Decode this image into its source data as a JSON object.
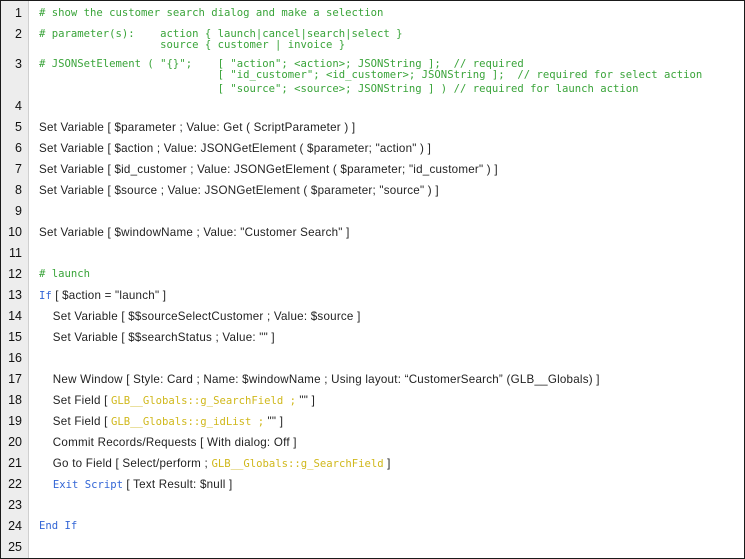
{
  "lines": [
    {
      "n": "1",
      "segments": [
        {
          "t": "# show the customer search dialog and make a selection",
          "c": "cm"
        }
      ]
    },
    {
      "n": "2",
      "segments": [
        {
          "t": "# parameter(s):    action { launch|cancel|search|select }",
          "c": "cm"
        }
      ]
    },
    {
      "n": "",
      "segments": [
        {
          "t": "                   source { customer | invoice }",
          "c": "cm"
        }
      ]
    },
    {
      "n": "3",
      "segments": [
        {
          "t": "# JSONSetElement ( \"{}\";    [ \"action\"; <action>; JSONString ];  // required",
          "c": "cm"
        }
      ]
    },
    {
      "n": "",
      "segments": [
        {
          "t": "                            [ \"id_customer\"; <id_customer>; JSONString ];  // required for select action",
          "c": "cm"
        }
      ]
    },
    {
      "n": "",
      "segments": [
        {
          "t": "                            [ \"source\"; <source>; JSONString ] ) // required for launch action",
          "c": "cm"
        }
      ]
    },
    {
      "n": "4",
      "segments": []
    },
    {
      "n": "5",
      "segments": [
        {
          "t": "Set Variable [ $parameter ; Value: Get ( ScriptParameter ) ]",
          "c": "script"
        }
      ]
    },
    {
      "n": "6",
      "segments": [
        {
          "t": "Set Variable [ $action ; Value: JSONGetElement ( $parameter; \"action\" ) ]",
          "c": "script"
        }
      ]
    },
    {
      "n": "7",
      "segments": [
        {
          "t": "Set Variable [ $id_customer ; Value: JSONGetElement ( $parameter; \"id_customer\" ) ]",
          "c": "script"
        }
      ]
    },
    {
      "n": "8",
      "segments": [
        {
          "t": "Set Variable [ $source ; Value: JSONGetElement ( $parameter; \"source\" ) ]",
          "c": "script"
        }
      ]
    },
    {
      "n": "9",
      "segments": []
    },
    {
      "n": "10",
      "segments": [
        {
          "t": "Set Variable [ $windowName ; Value: \"Customer Search\" ]",
          "c": "script"
        }
      ]
    },
    {
      "n": "11",
      "segments": []
    },
    {
      "n": "12",
      "segments": [
        {
          "t": "# launch",
          "c": "cm"
        }
      ]
    },
    {
      "n": "13",
      "segments": [
        {
          "t": "If",
          "c": "kw"
        },
        {
          "t": " [ $action = \"launch\" ]",
          "c": "script"
        }
      ]
    },
    {
      "n": "14",
      "segments": [
        {
          "t": "    Set Variable [ $$sourceSelectCustomer ; Value: $source ]",
          "c": "script"
        }
      ]
    },
    {
      "n": "15",
      "segments": [
        {
          "t": "    Set Variable [ $$searchStatus ; Value: \"\" ]",
          "c": "script"
        }
      ]
    },
    {
      "n": "16",
      "segments": []
    },
    {
      "n": "17",
      "segments": [
        {
          "t": "    New Window [ Style: Card ; Name: $windowName ; Using layout: “CustomerSearch” (GLB__Globals) ]",
          "c": "script"
        }
      ]
    },
    {
      "n": "18",
      "segments": [
        {
          "t": "    Set Field [ ",
          "c": "script"
        },
        {
          "t": "GLB__Globals::g_SearchField ;",
          "c": "fld"
        },
        {
          "t": " \"\" ]",
          "c": "script"
        }
      ]
    },
    {
      "n": "19",
      "segments": [
        {
          "t": "    Set Field [ ",
          "c": "script"
        },
        {
          "t": "GLB__Globals::g_idList ;",
          "c": "fld"
        },
        {
          "t": " \"\" ]",
          "c": "script"
        }
      ]
    },
    {
      "n": "20",
      "segments": [
        {
          "t": "    Commit Records/Requests [ With dialog: Off ]",
          "c": "script"
        }
      ]
    },
    {
      "n": "21",
      "segments": [
        {
          "t": "    Go to Field [ Select/perform ; ",
          "c": "script"
        },
        {
          "t": "GLB__Globals::g_SearchField",
          "c": "fld"
        },
        {
          "t": " ]",
          "c": "script"
        }
      ]
    },
    {
      "n": "22",
      "segments": [
        {
          "t": "    ",
          "c": "script"
        },
        {
          "t": "Exit Script",
          "c": "kw"
        },
        {
          "t": " [ Text Result: $null ]",
          "c": "script"
        }
      ]
    },
    {
      "n": "23",
      "segments": []
    },
    {
      "n": "24",
      "segments": [
        {
          "t": "End If",
          "c": "kw"
        }
      ]
    },
    {
      "n": "25",
      "segments": []
    }
  ],
  "colors": {
    "comment": "#3aa43a",
    "keyword": "#3366d6",
    "field": "#d0b81c",
    "text": "#1f1f1f",
    "gutter": "#ededed"
  }
}
